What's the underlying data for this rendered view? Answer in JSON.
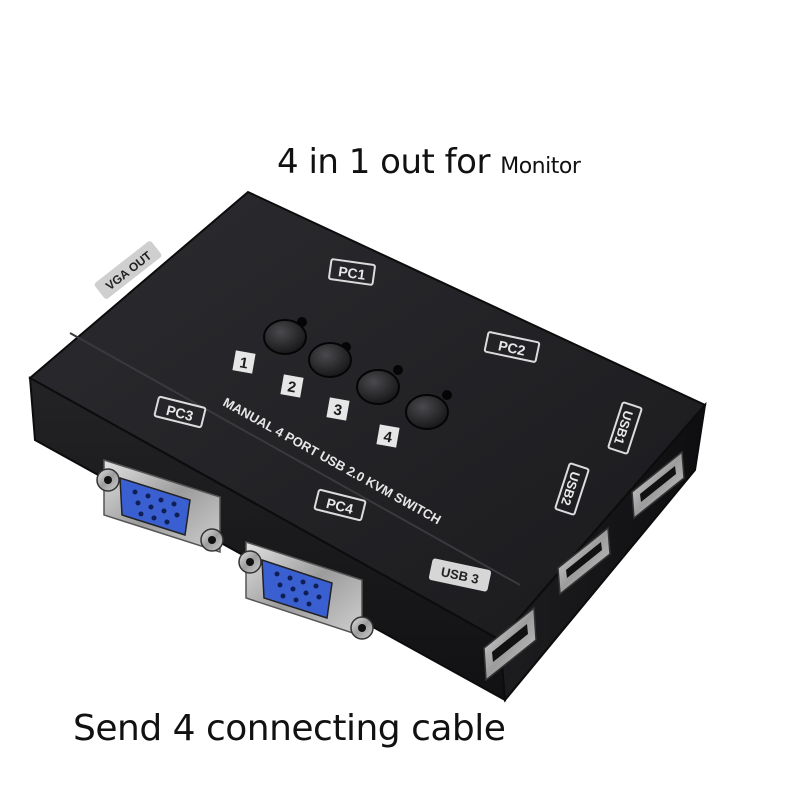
{
  "headline": {
    "main": "4 in 1 out for",
    "tail": "Monitor"
  },
  "caption": "Send 4 connecting cable",
  "device": {
    "top_labels": {
      "vga_out": "VGA OUT",
      "pc1": "PC1",
      "pc2": "PC2",
      "usb1": "USB1",
      "usb2": "USB2"
    },
    "buttons": [
      {
        "number": "1"
      },
      {
        "number": "2"
      },
      {
        "number": "3"
      },
      {
        "number": "4"
      }
    ],
    "model_text": "MANUAL 4 PORT USB 2.0 KVM SWITCH",
    "front_labels": {
      "pc3": "PC3",
      "pc4": "PC4",
      "usb3": "USB 3"
    }
  },
  "colors": {
    "body": "#1c1c1e",
    "body_top": "#2a2a2d",
    "label": "#e8e8e8",
    "vga_blue": "#3a5fd0",
    "metal": "#b9b9b9"
  }
}
